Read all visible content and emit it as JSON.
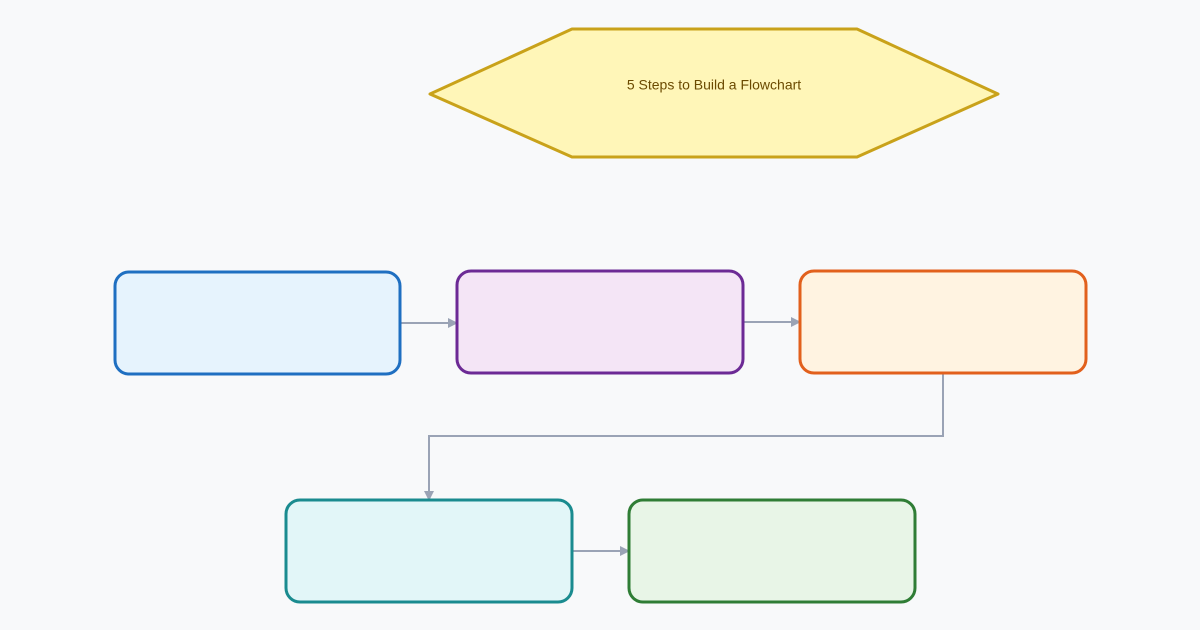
{
  "diagram": {
    "title": "5 Steps to Build a Flowchart",
    "colors": {
      "background": "#f8f9fa",
      "connector": "#9aa3b5",
      "title_fill": "#fff6b8",
      "title_stroke": "#c9a21a"
    },
    "steps": [
      {
        "id": "step-1",
        "label": "",
        "fill": "#e6f3fd",
        "stroke": "#1f6fc1"
      },
      {
        "id": "step-2",
        "label": "",
        "fill": "#f4e5f6",
        "stroke": "#6c2a95"
      },
      {
        "id": "step-3",
        "label": "",
        "fill": "#fff3e1",
        "stroke": "#e2601c"
      },
      {
        "id": "step-4",
        "label": "",
        "fill": "#e2f6f8",
        "stroke": "#1a8b8f"
      },
      {
        "id": "step-5",
        "label": "",
        "fill": "#e8f5e7",
        "stroke": "#2f7d35"
      }
    ],
    "connections": [
      {
        "from": "step-1",
        "to": "step-2"
      },
      {
        "from": "step-2",
        "to": "step-3"
      },
      {
        "from": "step-3",
        "to": "step-4"
      },
      {
        "from": "step-4",
        "to": "step-5"
      }
    ]
  }
}
